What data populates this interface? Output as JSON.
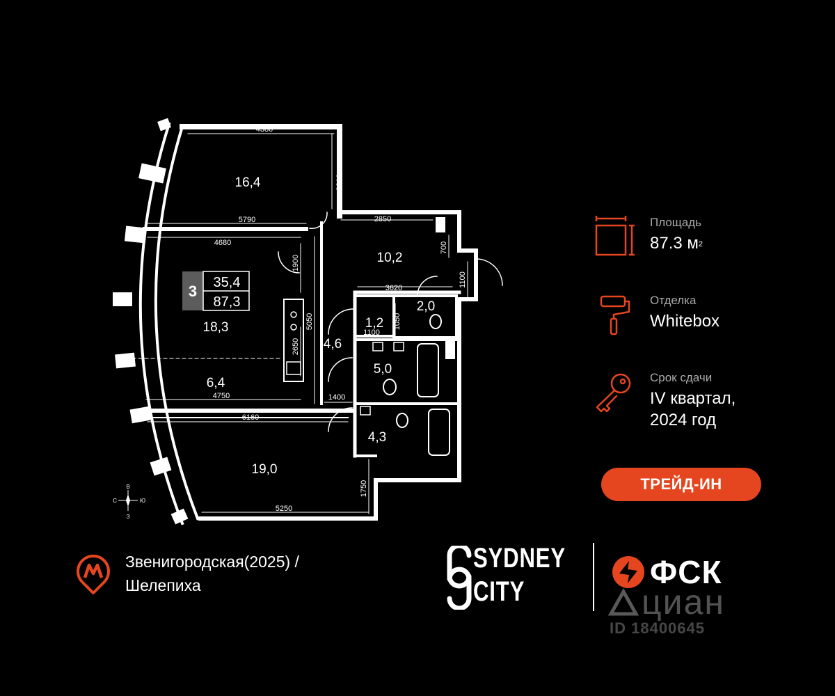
{
  "plan": {
    "rooms": {
      "bedroom1": "16,4",
      "living": "18,3",
      "kitchen": "6,4",
      "bedroom2": "19,0",
      "room_10": "10,2",
      "wc": "2,0",
      "closet": "1,2",
      "hall": "4,6",
      "bath1": "5,0",
      "bath2": "4,3"
    },
    "dimensions": {
      "d4380": "4380",
      "d3210": "3210",
      "d5790": "5790",
      "d4680": "4680",
      "d2850": "2850",
      "d700": "700",
      "d1100a": "1100",
      "d3620": "3620",
      "d1900": "1900",
      "d5050": "5050",
      "d1050": "1050",
      "d1100b": "1100",
      "d2650": "2650",
      "d4750": "4750",
      "d1400": "1400",
      "d6160": "6160",
      "d1750": "1750",
      "d5250": "5250"
    },
    "badge": {
      "rooms": "3",
      "living_area": "35,4",
      "total_area": "87,3"
    },
    "compass": {
      "n": "В",
      "w": "С",
      "e": "Ю",
      "s": "З"
    }
  },
  "info": {
    "area": {
      "label": "Площадь",
      "value": "87.3 м",
      "unit_sup": "2"
    },
    "finish": {
      "label": "Отделка",
      "value": "Whitebox"
    },
    "delivery": {
      "label": "Срок сдачи",
      "value_line1": "IV квартал,",
      "value_line2": "2024 год"
    }
  },
  "trade_in": {
    "label": "ТРЕЙД-ИН"
  },
  "metro": {
    "line1": "Звенигородская(2025) /",
    "line2": "Шелепиха"
  },
  "brand": {
    "project_line1": "SYDNEY",
    "project_line2": "CITY",
    "developer": "ФСК"
  },
  "watermark": {
    "text": "циан",
    "id": "ID 18400645"
  },
  "colors": {
    "accent": "#e5461f",
    "background": "#000000",
    "walls": "#ffffff",
    "label_gray": "#a9a9a9"
  }
}
